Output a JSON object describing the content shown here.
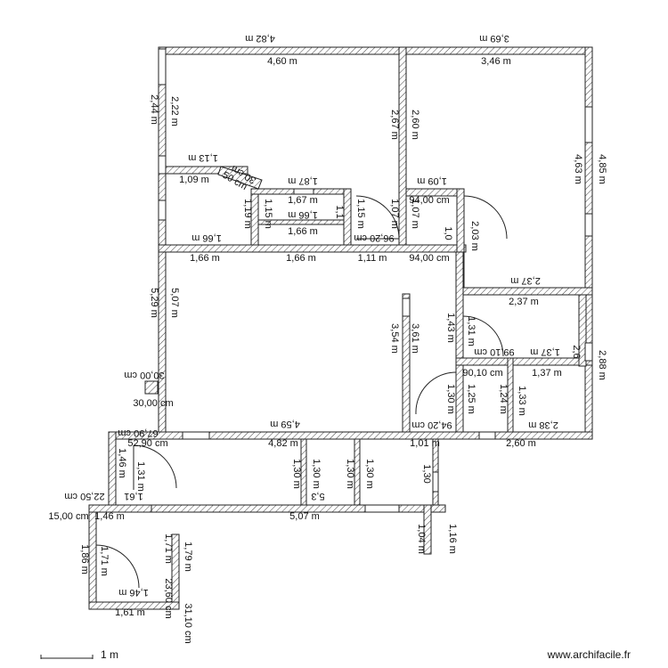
{
  "watermark": "www.archifacile.fr",
  "scale_label": "1 m",
  "colors": {
    "wall_stroke": "#222222",
    "hatch": "#444444",
    "background": "#ffffff"
  },
  "labels": {
    "top_left_outer": "4,82 m",
    "top_left_inner": "4,60 m",
    "top_right_outer": "3,69 m",
    "top_right_inner": "3,46 m",
    "left_outer_1": "2,44 m",
    "left_inner_1": "2,22 m",
    "mid_wall_1": "2,67 m",
    "mid_wall_2": "2,60 m",
    "right_outer_1": "4,85 m",
    "right_inner_1": "4,63 m",
    "corner_1": "1,13 m",
    "corner_2": "1,09 m",
    "corner_3": "50 cm",
    "corner_4": "30 cm",
    "wall_1_87": "1,87 m",
    "wall_1_67": "1,67 m",
    "wall_1_19": "1,19 m",
    "wall_1_15a": "1,15 m",
    "wall_1_15b": "1,15 m",
    "wall_1_1": "1,1",
    "wall_1_66a": "1,66 m",
    "wall_1_66b": "1,66 m",
    "wall_1_66c": "1,66 m",
    "wall_1_66d": "1,66 m",
    "wall_1_66e": "1,66 m",
    "wall_1_11": "1,11 m",
    "wall_1_07a": "1,07 m",
    "wall_1_07b": "1,07 m",
    "wall_1_09": "1,09 m",
    "wall_94a": "94,00 cm",
    "wall_94b": "94,00 cm",
    "wall_96": "96,20 cm",
    "wall_1_0a": "1,0",
    "wall_2_03": "2,03 m",
    "wall_2_37a": "2,37 m",
    "wall_2_37b": "2,37 m",
    "left_outer_2": "5,29 m",
    "left_inner_2": "5,07 m",
    "wall_3_54": "3,54 m",
    "wall_3_61": "3,61 m",
    "wall_1_43": "1,43 m",
    "wall_1_31": "1,31 m",
    "wall_2_6": "2,6",
    "wall_1_37a": "1,37 m",
    "wall_1_37b": "1,37 m",
    "wall_90": "90,10 cm",
    "wall_99": "99,10 cm",
    "wall_2_88": "2,88 m",
    "wall_1_33": "1,33 m",
    "wall_1_24": "1,24 m",
    "wall_1_25": "1,25 m",
    "wall_1_30door": "1,30 m",
    "wall_2_38": "2,38 m",
    "wall_94c": "94,20 cm",
    "col_30a": "30,00 cm",
    "col_30b": "30,00 cm",
    "wall_52": "52,90 cm",
    "wall_67": "67,90 cm",
    "wall_4_59": "4,59 m",
    "wall_4_82": "4,82 m",
    "wall_1_01": "1,01 m",
    "wall_2_60": "2,60 m",
    "wall_1_46a": "1,46 m",
    "wall_1_31b": "1,31 m",
    "wall_1_30a": "1,30 m",
    "wall_1_30b": "1,30 m",
    "wall_1_30c": "1,30 m",
    "wall_1_30d": "1,30 m",
    "wall_1_30e": "1,30",
    "wall_22": "22,50 cm",
    "wall_1_61a": "1,61",
    "wall_15": "15,00 cm",
    "wall_1_46b": "1,46 m",
    "wall_5_3": "5,3",
    "wall_5_07": "5,07 m",
    "wall_1_04": "1,04 m",
    "wall_1_16": "1,16 m",
    "wall_1_86": "1,86 m",
    "wall_1_71a": "1,71 m",
    "wall_1_71b": "1,71 m",
    "wall_1_79": "1,79 m",
    "wall_1_46c": "1,46 m",
    "wall_1_61b": "1,61 m",
    "wall_23": "23,60 cm",
    "wall_31": "31,10 cm"
  }
}
